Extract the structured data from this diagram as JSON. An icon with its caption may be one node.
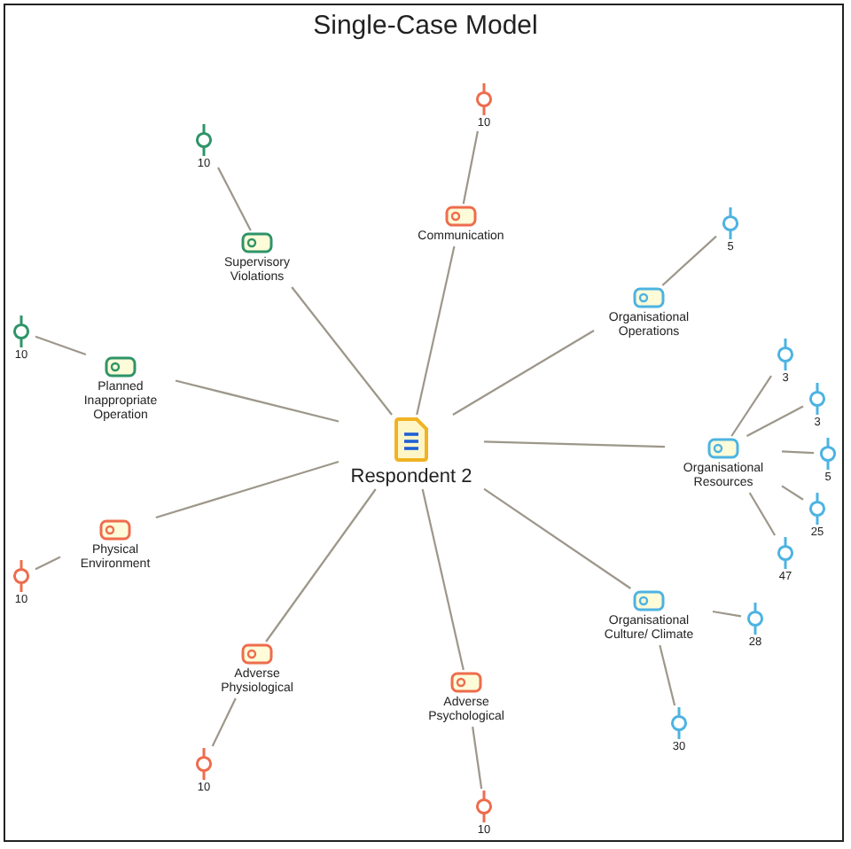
{
  "diagram": {
    "title": "Single-Case Model",
    "nodes": [
      {
        "text": [
          "Respondent 2"
        ]
      },
      {
        "text": [
          "Supervisory Violations"
        ]
      },
      {
        "text": [
          "Communication"
        ]
      },
      {
        "text": [
          "Organisational Operations"
        ]
      },
      {
        "text": [
          "Planned Inappropriate Operation"
        ]
      },
      {
        "text": [
          "Organisational Resources"
        ]
      },
      {
        "text": [
          "Physical Environment"
        ]
      },
      {
        "text": [
          "Organisational Culture/ Climate"
        ]
      },
      {
        "text": [
          "Adverse Physiological"
        ]
      },
      {
        "text": [
          "Adverse Psychological"
        ]
      },
      {
        "text": [
          "10"
        ]
      },
      {
        "text": [
          "10"
        ]
      },
      {
        "text": [
          "5"
        ]
      },
      {
        "text": [
          "10"
        ]
      },
      {
        "text": [
          "3"
        ]
      },
      {
        "text": [
          "3"
        ]
      },
      {
        "text": [
          "5"
        ]
      },
      {
        "text": [
          "25"
        ]
      },
      {
        "text": [
          "47"
        ]
      },
      {
        "text": [
          "10"
        ]
      },
      {
        "text": [
          "28"
        ]
      },
      {
        "text": [
          "30"
        ]
      },
      {
        "text": [
          "10"
        ]
      },
      {
        "text": [
          "10"
        ]
      }
    ],
    "edges": [
      {
        "from": 0,
        "to": 1,
        "arrow": "none"
      },
      {
        "from": 0,
        "to": 2,
        "arrow": "none"
      },
      {
        "from": 0,
        "to": 3,
        "arrow": "none"
      },
      {
        "from": 0,
        "to": 4,
        "arrow": "none"
      },
      {
        "from": 0,
        "to": 5,
        "arrow": "none"
      },
      {
        "from": 0,
        "to": 6,
        "arrow": "none"
      },
      {
        "from": 0,
        "to": 7,
        "arrow": "none"
      },
      {
        "from": 0,
        "to": 8,
        "arrow": "none"
      },
      {
        "from": 0,
        "to": 9,
        "arrow": "none"
      },
      {
        "from": 1,
        "to": 10,
        "arrow": "none"
      },
      {
        "from": 2,
        "to": 11,
        "arrow": "none"
      },
      {
        "from": 3,
        "to": 12,
        "arrow": "none"
      },
      {
        "from": 4,
        "to": 13,
        "arrow": "none"
      },
      {
        "from": 5,
        "to": 14,
        "arrow": "none"
      },
      {
        "from": 5,
        "to": 15,
        "arrow": "none"
      },
      {
        "from": 5,
        "to": 16,
        "arrow": "none"
      },
      {
        "from": 5,
        "to": 17,
        "arrow": "none"
      },
      {
        "from": 5,
        "to": 18,
        "arrow": "none"
      },
      {
        "from": 6,
        "to": 19,
        "arrow": "none"
      },
      {
        "from": 7,
        "to": 20,
        "arrow": "none"
      },
      {
        "from": 7,
        "to": 21,
        "arrow": "none"
      },
      {
        "from": 8,
        "to": 22,
        "arrow": "none"
      },
      {
        "from": 9,
        "to": 23,
        "arrow": "none"
      }
    ]
  }
}
